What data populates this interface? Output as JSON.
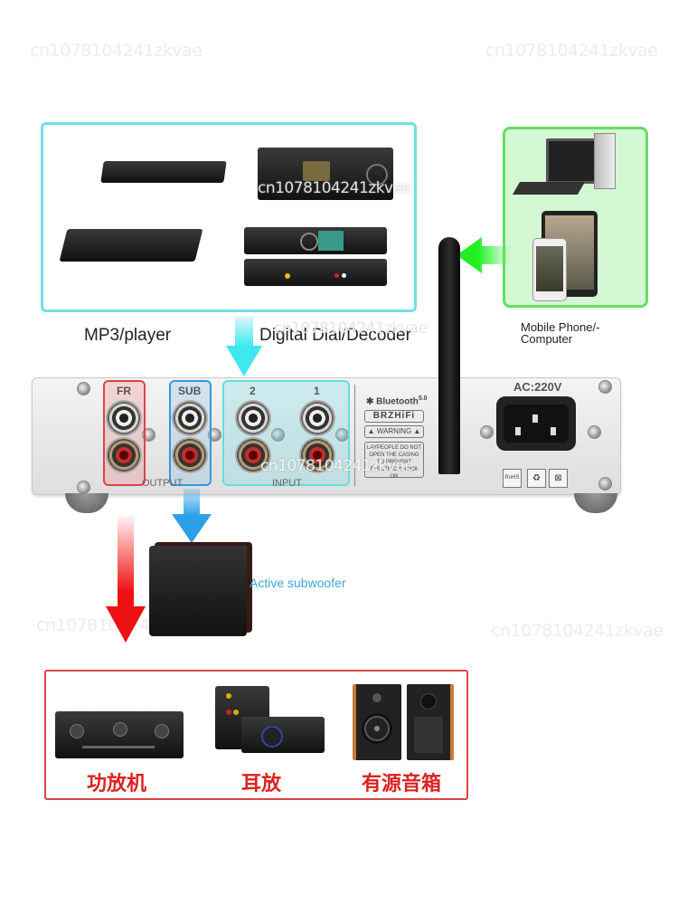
{
  "watermark": "cn1078104241zkvae",
  "sources": {
    "devices": [
      {
        "name": "blu-ray-player",
        "caption": ""
      },
      {
        "name": "dac-unit",
        "caption": ""
      },
      {
        "name": "disc-player-open-tray",
        "caption": ""
      },
      {
        "name": "rme-dac-front-back",
        "caption": ""
      }
    ],
    "label_player": "MP3/player",
    "label_decoder": "Digital Dial/Decoder"
  },
  "mobile": {
    "label_line1": "Mobile Phone/-",
    "label_line2": "Computer"
  },
  "amplifier": {
    "groups": {
      "fr_label": "FR",
      "sub_label": "SUB",
      "input_2_label": "2",
      "input_1_label": "1"
    },
    "output_label": "OUTPUT",
    "input_label": "INPUT",
    "bluetooth_label": "Bluetooth",
    "bluetooth_version": "5.0",
    "brand": "BRZHiFi",
    "warning_label": "WARNING",
    "warning_text": "LAYPEOPLE DO NOT OPEN THE CASING TO PREVENT ELECTRIC SHOCK OR",
    "power_label": "AC:220V",
    "certifications": [
      "RoHS",
      "recycle",
      "weee"
    ]
  },
  "subwoofer": {
    "label": "Active subwoofer"
  },
  "outputs": {
    "items": [
      {
        "label": "功放机"
      },
      {
        "label": "耳放"
      },
      {
        "label": "有源音箱"
      }
    ]
  },
  "colors": {
    "cyan": "#3ee8ee",
    "green": "#22ee22",
    "blue": "#2aa0e8",
    "red": "#ee1111",
    "output_text": "#dd2222",
    "subwoofer_text": "#3aa8d8"
  }
}
